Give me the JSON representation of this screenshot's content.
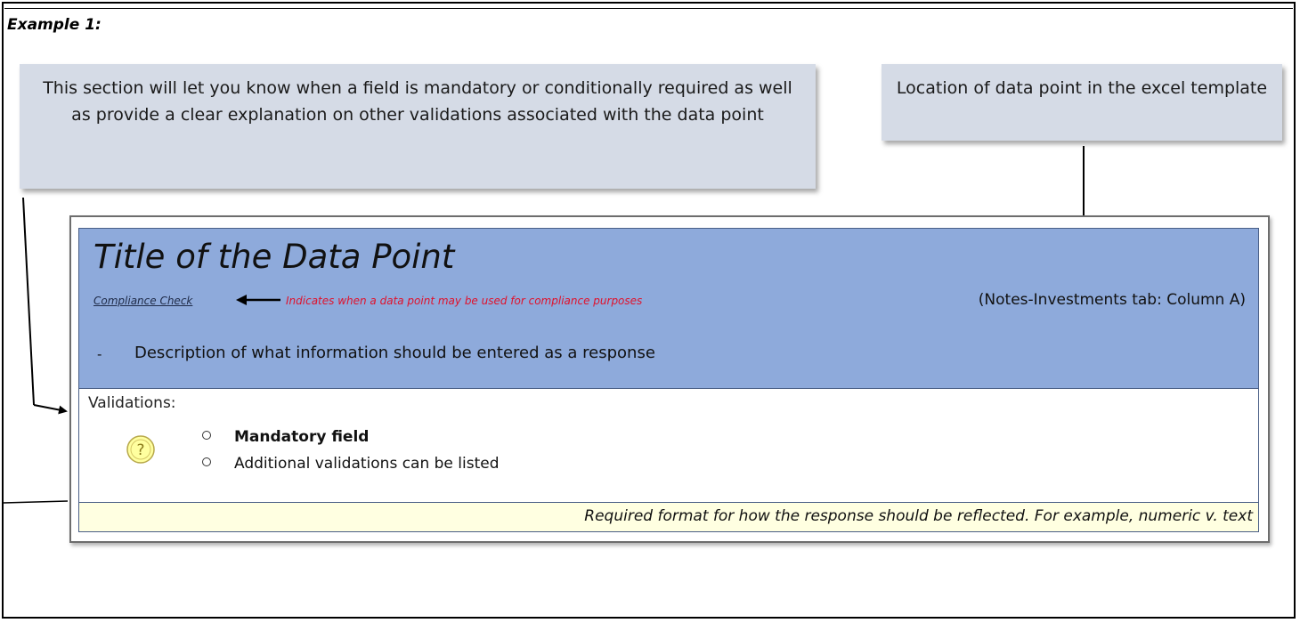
{
  "example_label": "Example 1:",
  "callouts": {
    "left_text": "This section will let you know when a field is mandatory or conditionally required as well as provide a clear explanation on other validations associated with the data point",
    "right_text": "Location of data point in the excel template"
  },
  "card": {
    "title": "Title of the Data Point",
    "compliance_label": "Compliance Check",
    "compliance_note": "Indicates when a data point may be used for compliance purposes",
    "location_reference": "(Notes-Investments tab: Column A)",
    "description_bullet": "-",
    "description": "Description of what information should be entered as a response",
    "validations_heading": "Validations:",
    "validation_items": [
      "Mandatory field",
      "Additional validations can be listed"
    ],
    "format_note": "Required format for how the response should be reflected.  For example, numeric v. text"
  },
  "icons": {
    "help": "question-mark-icon",
    "arrow": "arrow-left-icon"
  },
  "colors": {
    "callout_background": "#d5dbe6",
    "header_background": "#8eaadb",
    "footer_background": "#ffffe1",
    "compliance_note": "#e0112b"
  }
}
